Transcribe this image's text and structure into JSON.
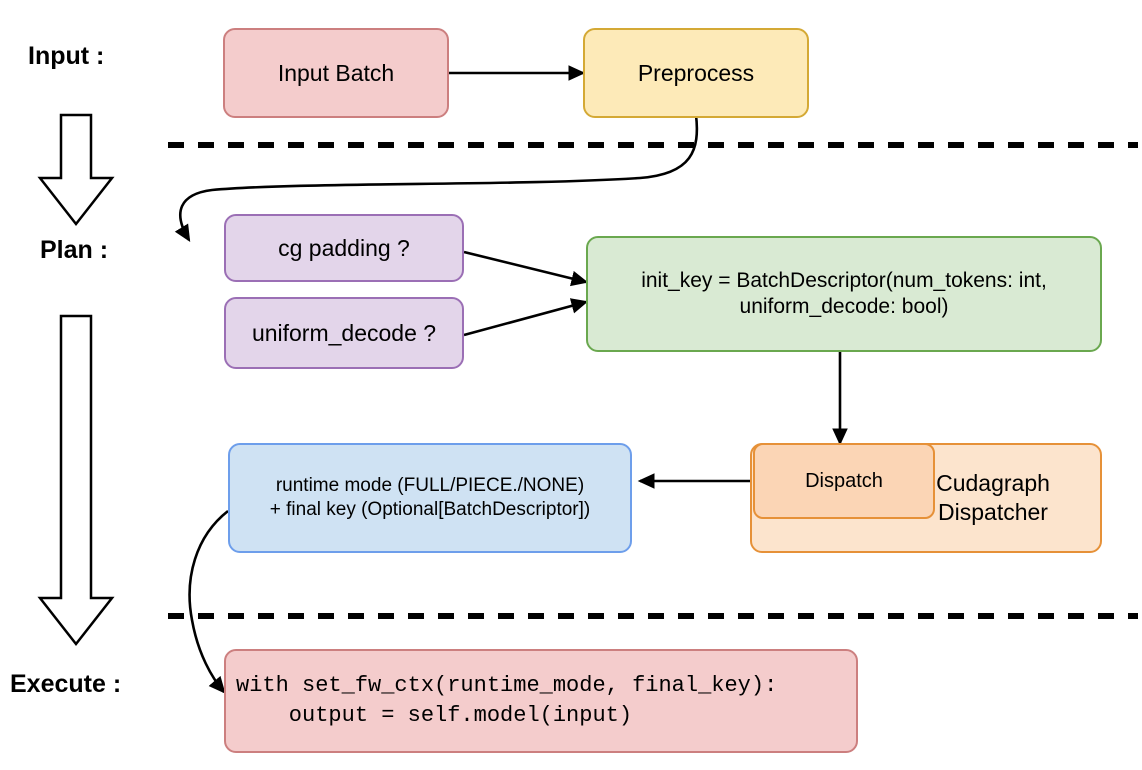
{
  "diagram": {
    "title": "vLLM cudagraph dispatching pipeline",
    "background": "#ffffff",
    "stages": [
      {
        "id": "input",
        "label": "Input :"
      },
      {
        "id": "plan",
        "label": "Plan :"
      },
      {
        "id": "execute",
        "label": "Execute :"
      }
    ],
    "nodes": {
      "input_batch": {
        "label": "Input Batch",
        "fill": "#f4cccc",
        "stroke": "#cc7f7f"
      },
      "preprocess": {
        "label": "Preprocess",
        "fill": "#fdeab8",
        "stroke": "#d4a935"
      },
      "cg_padding": {
        "label": "cg padding ?",
        "fill": "#e3d5ea",
        "stroke": "#9b6fb5"
      },
      "uniform_decode": {
        "label": "uniform_decode ?",
        "fill": "#e3d5ea",
        "stroke": "#9b6fb5"
      },
      "init_key": {
        "line1": "init_key = BatchDescriptor(num_tokens: int,",
        "line2": "uniform_decode: bool)",
        "fill": "#d9ead3",
        "stroke": "#6aa84f"
      },
      "runtime_mode": {
        "line1": "runtime mode (FULL/PIECE./NONE)",
        "line2": "+ final key (Optional[BatchDescriptor])",
        "fill": "#cfe2f3",
        "stroke": "#6d9eeb"
      },
      "cudagraph_dispatcher": {
        "line1": "Cudagraph",
        "line2": "Dispatcher",
        "fill": "#fce4cd",
        "stroke": "#e69138"
      },
      "dispatch": {
        "label": "Dispatch",
        "fill": "#fbd5b5",
        "stroke": "#e69138"
      },
      "execute_code": {
        "line1": "with set_fw_ctx(runtime_mode, final_key):",
        "line2": "    output = self.model(input)",
        "fill": "#f4cccc",
        "stroke": "#cc7f7f"
      }
    },
    "separators": [
      {
        "id": "input-plan-divider",
        "style": "dashed",
        "color": "#000000"
      },
      {
        "id": "plan-execute-divider",
        "style": "dashed",
        "color": "#000000"
      }
    ],
    "flow_arrows": [
      {
        "id": "input-batch-to-preprocess",
        "from": "input_batch",
        "to": "preprocess"
      },
      {
        "id": "preprocess-to-cg-padding",
        "from": "preprocess",
        "to": "cg_padding"
      },
      {
        "id": "cg-padding-to-init-key",
        "from": "cg_padding",
        "to": "init_key"
      },
      {
        "id": "uniform-decode-to-init-key",
        "from": "uniform_decode",
        "to": "init_key"
      },
      {
        "id": "init-key-to-dispatch",
        "from": "init_key",
        "to": "dispatch"
      },
      {
        "id": "dispatch-to-runtime-mode",
        "from": "dispatch",
        "to": "runtime_mode"
      },
      {
        "id": "runtime-mode-to-execute-code",
        "from": "runtime_mode",
        "to": "execute_code"
      }
    ],
    "stage_arrows": [
      {
        "id": "input-to-plan-big-arrow"
      },
      {
        "id": "plan-to-execute-big-arrow"
      }
    ]
  }
}
